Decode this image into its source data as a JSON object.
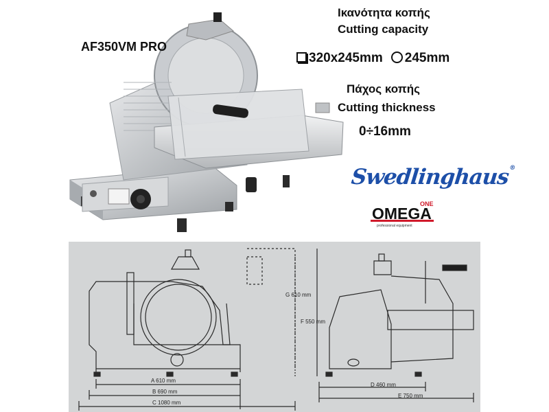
{
  "model": "AF350VM PRO",
  "specs": {
    "capacity_el": "Ικανότητα κοπής",
    "capacity_en": "Cutting capacity",
    "capacity_rect": "320x245mm",
    "capacity_round": "245mm",
    "thickness_el": "Πάχος κοπής",
    "thickness_en": "Cutting thickness",
    "thickness_value": "0÷16mm"
  },
  "brands": {
    "swedlinghaus": "Swedlinghaus",
    "reg_mark": "®",
    "omega": "OMEGA",
    "omega_one": "ONE",
    "omega_tagline": "professional equipment"
  },
  "dimensions": {
    "a": "A 610 mm",
    "b": "B 690 mm",
    "c": "C 1080 mm",
    "d": "D 460 mm",
    "e": "E 750 mm",
    "f": "F 550 mm",
    "g": "G 610 mm"
  },
  "colors": {
    "brand_blue": "#1d4fa8",
    "omega_red": "#d0192a",
    "drawing_bg": "#d3d5d6"
  }
}
